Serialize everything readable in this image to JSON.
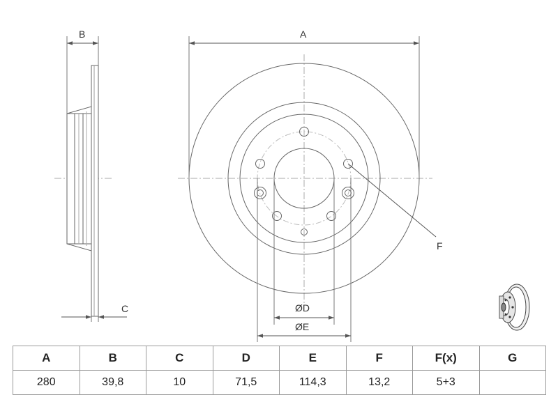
{
  "drawing": {
    "dimension_labels": {
      "a": "A",
      "b": "B",
      "c": "C",
      "d": "ØD",
      "e": "ØE",
      "f": "F"
    },
    "line_color": "#666666",
    "center_line_color": "#999999"
  },
  "spec_table": {
    "headers": [
      "A",
      "B",
      "C",
      "D",
      "E",
      "F",
      "F(x)",
      "G"
    ],
    "values": [
      "280",
      "39,8",
      "10",
      "71,5",
      "114,3",
      "13,2",
      "5+3",
      ""
    ]
  }
}
